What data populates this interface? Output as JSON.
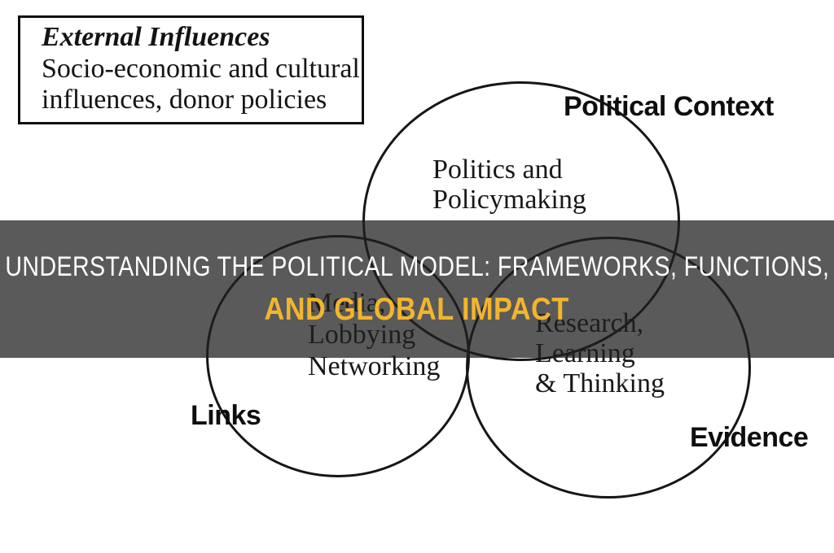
{
  "external_box": {
    "title": "External Influences",
    "body_line1": "Socio-economic and cultural",
    "body_line2": "influences, donor policies"
  },
  "venn": {
    "outline_color": "#161616",
    "circles": [
      {
        "label": "Political Context",
        "lines": [
          "Politics and",
          "Policymaking"
        ]
      },
      {
        "label": "Links",
        "lines": [
          "Media,",
          "Lobbying",
          "Networking"
        ]
      },
      {
        "label": "Evidence",
        "lines": [
          "Research,",
          "Learning",
          "& Thinking"
        ]
      }
    ]
  },
  "banner": {
    "line1": "UNDERSTANDING THE POLITICAL MODEL: FRAMEWORKS, FUNCTIONS,",
    "line2": "AND GLOBAL IMPACT",
    "line1_color": "#ffffff",
    "line2_color": "#f2b52e",
    "overlay_color": "rgba(33,33,33,0.74)"
  }
}
